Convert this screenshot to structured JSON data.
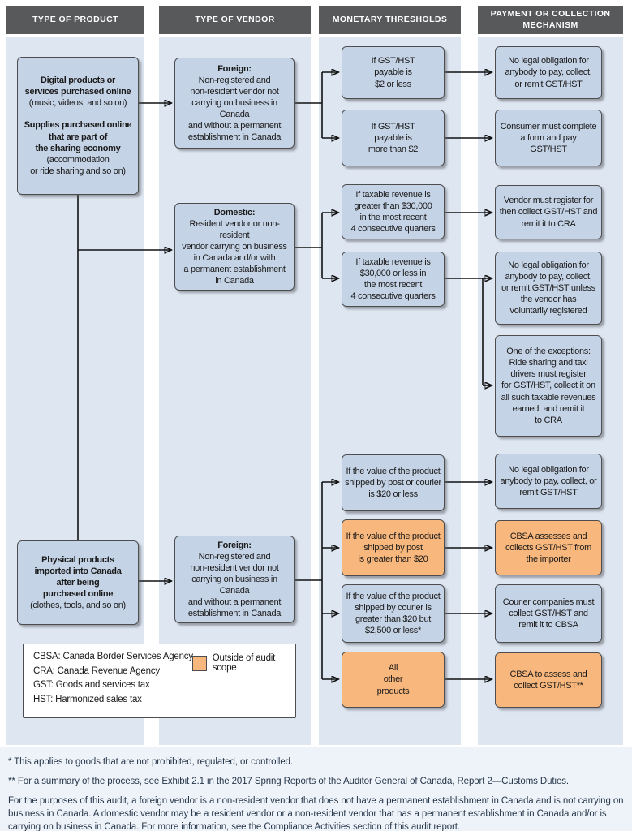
{
  "headers": [
    "TYPE OF PRODUCT",
    "TYPE OF VENDOR",
    "MONETARY THRESHOLDS",
    "PAYMENT OR COLLECTION MECHANISM"
  ],
  "products": {
    "digital": {
      "title1": "Digital products or\nservices purchased online",
      "note1": "(music, videos, and so on)",
      "title2": "Supplies purchased online\nthat are part of\nthe sharing economy",
      "note2": "(accommodation\nor ride sharing and so on)"
    },
    "physical": {
      "title": "Physical products\nimported into Canada\nafter being\npurchased online",
      "note": "(clothes, tools, and so on)"
    }
  },
  "vendors": {
    "foreign_digital": {
      "title": "Foreign:",
      "body": "Non-registered and\nnon-resident vendor not\ncarrying on business in Canada\nand without a permanent\nestablishment in Canada"
    },
    "domestic": {
      "title": "Domestic:",
      "body": "Resident vendor or non-resident\nvendor carrying on business\nin Canada and/or with\na permanent establishment\nin Canada"
    },
    "foreign_physical": {
      "title": "Foreign:",
      "body": "Non-registered and\nnon-resident vendor not\ncarrying on business in Canada\nand without a permanent\nestablishment in Canada"
    }
  },
  "thresholds": {
    "t1": "If GST/HST\npayable is\n$2 or less",
    "t2": "If GST/HST\npayable is\nmore than $2",
    "t3": "If taxable revenue is\ngreater than $30,000\nin the most recent\n4 consecutive quarters",
    "t4": "If taxable revenue is\n$30,000 or less in\nthe most recent\n4 consecutive quarters",
    "t5": "If the value of the product\nshipped by post or courier\nis $20 or less",
    "t6": "If the value of the product\nshipped by post\nis greater than $20",
    "t7": "If the value of the product\nshipped by courier is\ngreater than $20 but\n$2,500 or less*",
    "t8": "All\nother\nproducts"
  },
  "mechanisms": {
    "m1": "No legal obligation for\nanybody to pay, collect,\nor remit GST/HST",
    "m2": "Consumer must complete\na form and pay\nGST/HST",
    "m3": "Vendor must register for\nthen collect GST/HST and\nremit it to CRA",
    "m4": "No legal obligation for\nanybody to pay, collect,\nor remit GST/HST unless\nthe vendor has\nvoluntarily registered",
    "m5": "One of the exceptions:\nRide sharing and taxi\ndrivers must register\nfor GST/HST, collect it on\nall such taxable revenues\nearned, and remit it\nto CRA",
    "m6": "No legal obligation for\nanybody to pay, collect, or\nremit GST/HST",
    "m7": "CBSA assesses and\ncollects GST/HST from\nthe importer",
    "m8": "Courier companies must\ncollect GST/HST and\nremit it to CBSA",
    "m9": "CBSA to assess and\ncollect GST/HST**"
  },
  "legend": {
    "items": [
      "CBSA: Canada Border Services Agency",
      "CRA: Canada Revenue Agency",
      "GST: Goods and services tax",
      "HST: Harmonized sales tax"
    ],
    "swatch_label": "Outside of audit scope"
  },
  "footnotes": {
    "f1": "* This applies to goods that are not prohibited, regulated, or controlled.",
    "f2": "** For a summary of the process, see Exhibit 2.1 in the 2017 Spring Reports of the Auditor General of Canada, Report 2—Customs Duties.",
    "f3": "For the purposes of this audit, a foreign vendor is a non-resident vendor that does not have a permanent establishment in Canada and is not carrying on business in Canada. A domestic vendor may be a resident vendor or a non-resident vendor that has a permanent establishment in Canada and/or is carrying on business in Canada. For more information, see the Compliance Activities section of this audit report."
  },
  "colors": {
    "header_bg": "#58595b",
    "box_blue": "#c5d3e6",
    "box_orange": "#f8b77c",
    "column_band": "#dde6f1",
    "box_border": "#4d4d4f",
    "divider_blue": "#4a90c4",
    "footnote_text": "#26374a"
  }
}
